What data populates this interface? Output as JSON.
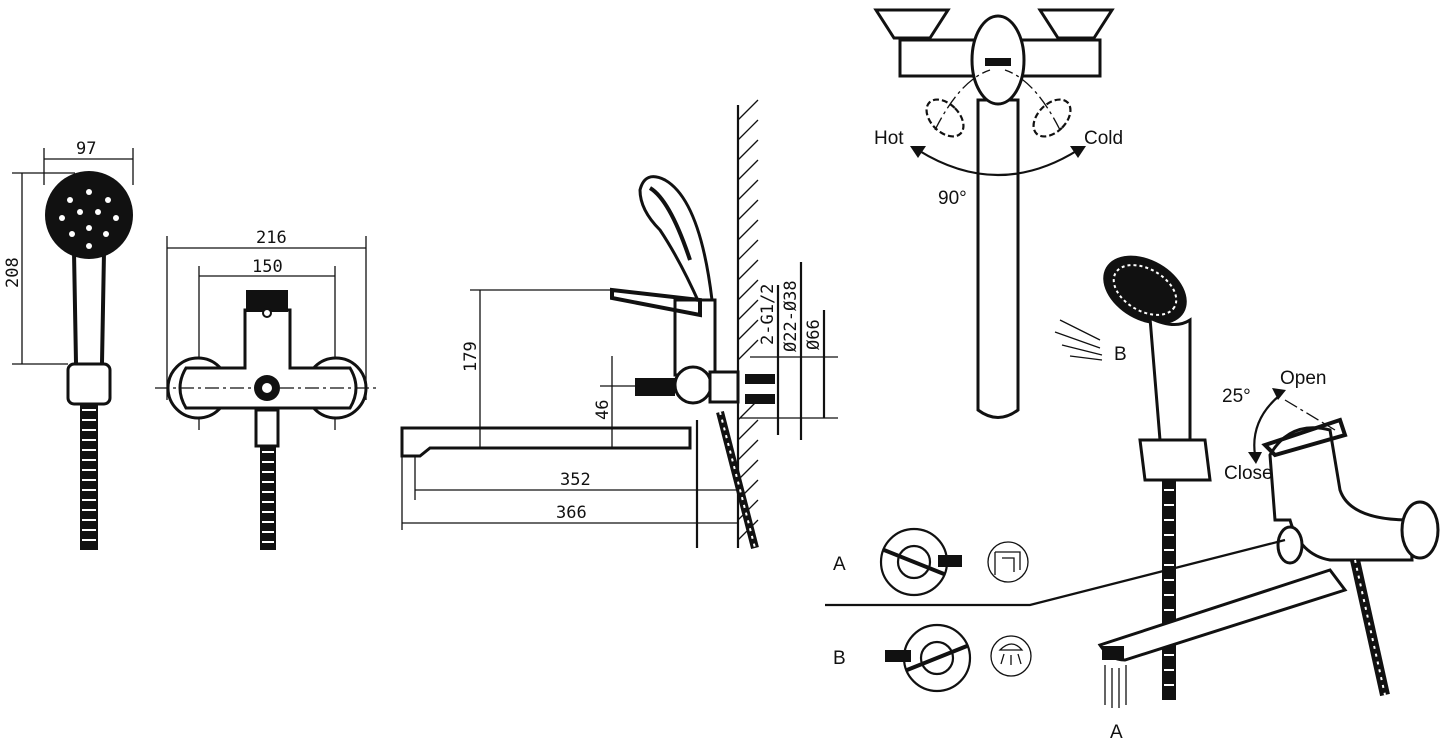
{
  "hand_shower_view": {
    "width_dim": "97",
    "height_dim": "208"
  },
  "front_view": {
    "overall_width_dim": "216",
    "centers_dim": "150"
  },
  "side_view": {
    "height_dim": "179",
    "inlet_height_dim": "46",
    "spout_reach_dim": "352",
    "total_reach_dim": "366",
    "thread_dim": "2-G1/2",
    "pipe_dim": "Ø22-Ø38",
    "flange_dim": "Ø66"
  },
  "top_view": {
    "hot_label": "Hot",
    "cold_label": "Cold",
    "angle_label": "90°"
  },
  "perspective_view": {
    "shower_outlet_label": "B",
    "angle_label": "25°",
    "open_label": "Open",
    "close_label": "Close",
    "spout_outlet_label": "A"
  },
  "diverter_legend": [
    {
      "label": "A",
      "icon": "bath-spout-icon"
    },
    {
      "label": "B",
      "icon": "shower-head-icon"
    }
  ]
}
